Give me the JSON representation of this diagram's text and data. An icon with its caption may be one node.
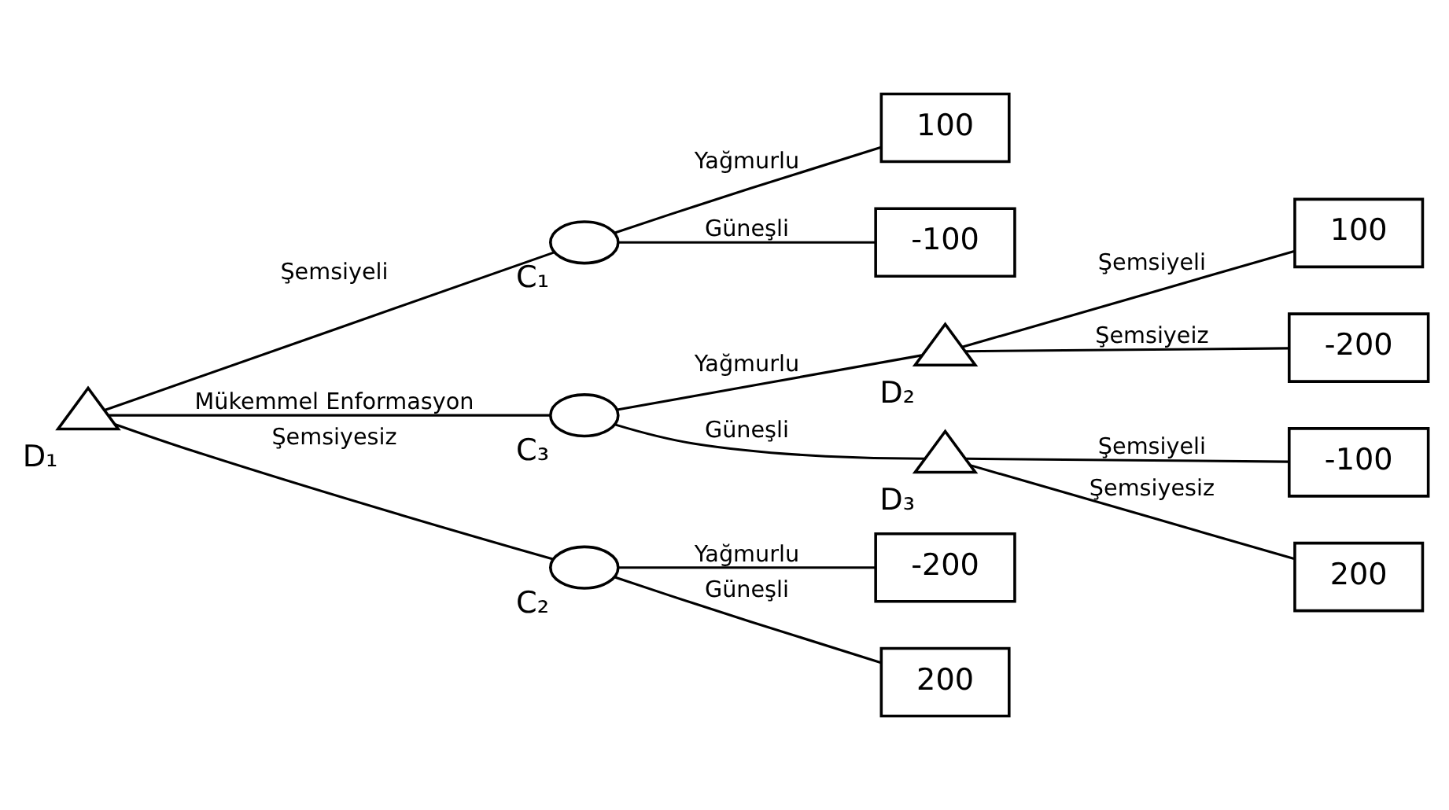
{
  "diagram": {
    "nodes": [
      {
        "text": [],
        "shape": "triangle",
        "beside": [
          "D₁"
        ]
      },
      {
        "text": [],
        "shape": "circle",
        "beside": [
          "C₁"
        ]
      },
      {
        "text": [
          "100"
        ]
      },
      {
        "text": [
          "-100"
        ]
      },
      {
        "text": [],
        "shape": "circle",
        "beside": [
          "C₃"
        ]
      },
      {
        "text": [],
        "shape": "triangle",
        "beside": [
          "D₂"
        ]
      },
      {
        "text": [
          "100"
        ]
      },
      {
        "text": [
          "-200"
        ]
      },
      {
        "text": [],
        "shape": "triangle",
        "beside": [
          "D₃"
        ]
      },
      {
        "text": [
          "-100"
        ]
      },
      {
        "text": [
          "200"
        ]
      },
      {
        "text": [],
        "shape": "circle",
        "beside": [
          "C₂"
        ]
      },
      {
        "text": [
          "-200"
        ]
      },
      {
        "text": [
          "200"
        ]
      }
    ],
    "edges": [
      {
        "from": 0,
        "to": 1,
        "arrow": "none",
        "label": "Şemsiyeli"
      },
      {
        "from": 0,
        "to": 4,
        "arrow": "none",
        "label": "Mükemmel Enformasyon"
      },
      {
        "from": 0,
        "to": 11,
        "arrow": "none",
        "label": "Şemsiyesiz"
      },
      {
        "from": 1,
        "to": 2,
        "arrow": "none",
        "label": "Yağmurlu"
      },
      {
        "from": 1,
        "to": 3,
        "arrow": "none",
        "label": "Güneşli"
      },
      {
        "from": 4,
        "to": 5,
        "arrow": "none",
        "label": "Yağmurlu"
      },
      {
        "from": 4,
        "to": 8,
        "arrow": "none",
        "label": "Güneşli"
      },
      {
        "from": 5,
        "to": 6,
        "arrow": "none",
        "label": "Şemsiyeli"
      },
      {
        "from": 5,
        "to": 7,
        "arrow": "none",
        "label": "Şemsiyeiz"
      },
      {
        "from": 8,
        "to": 9,
        "arrow": "none",
        "label": "Şemsiyeli"
      },
      {
        "from": 8,
        "to": 10,
        "arrow": "none",
        "label": "Şemsiyesiz"
      },
      {
        "from": 11,
        "to": 12,
        "arrow": "none",
        "label": "Yağmurlu"
      },
      {
        "from": 11,
        "to": 13,
        "arrow": "none",
        "label": "Güneşli"
      }
    ]
  }
}
